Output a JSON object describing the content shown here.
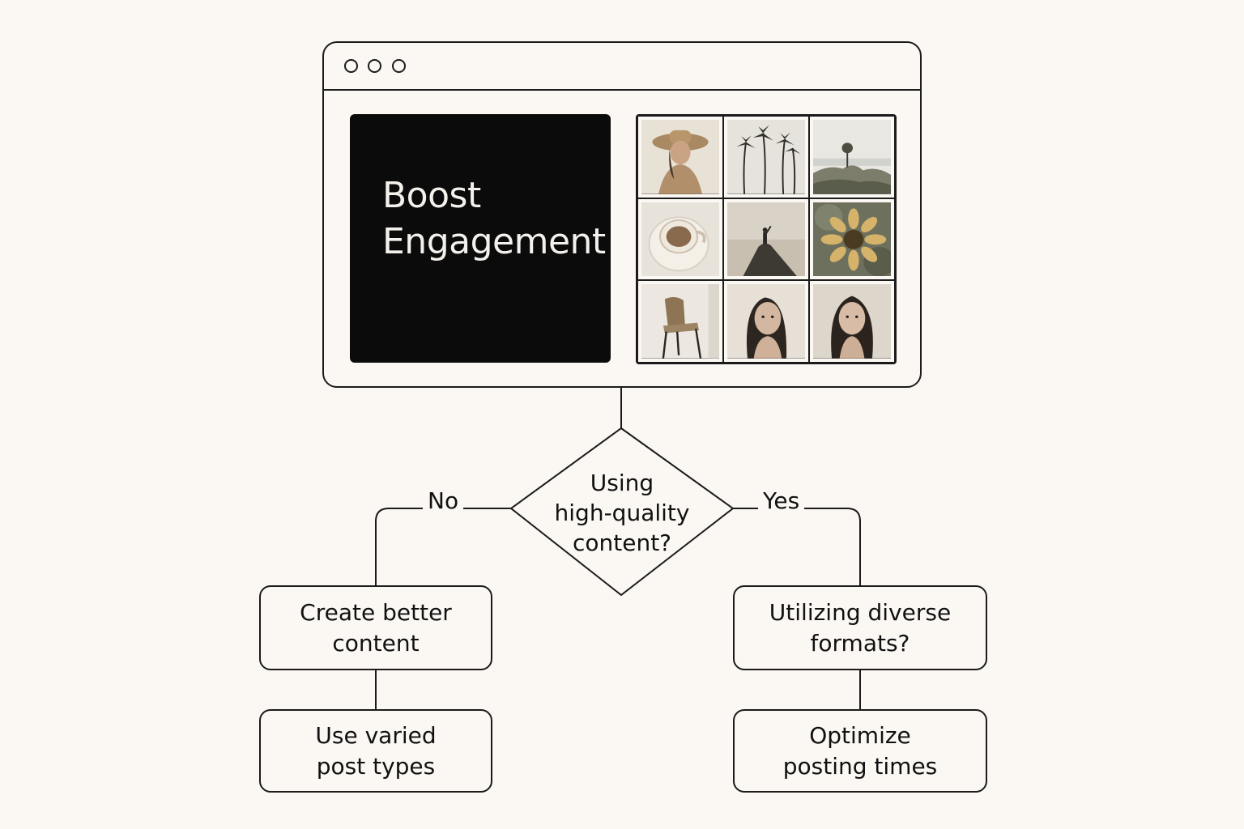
{
  "window": {
    "hero_title": "Boost\nEngagement"
  },
  "gallery": [
    {
      "subject": "woman-in-hat"
    },
    {
      "subject": "palm-trees"
    },
    {
      "subject": "coastal-cliff-tree"
    },
    {
      "subject": "coffee-cup"
    },
    {
      "subject": "hiker-on-rock"
    },
    {
      "subject": "sunflower"
    },
    {
      "subject": "chair"
    },
    {
      "subject": "woman-portrait"
    },
    {
      "subject": "woman-portrait"
    }
  ],
  "flow": {
    "decision": "Using\nhigh-quality\ncontent?",
    "no_label": "No",
    "yes_label": "Yes",
    "no_step_1": "Create better\ncontent",
    "no_step_2": "Use varied\npost types",
    "yes_step_1": "Utilizing diverse\nformats?",
    "yes_step_2": "Optimize\nposting times"
  },
  "colors": {
    "background": "#fbf8f4",
    "ink": "#1b1b1b",
    "hero_bg": "#0b0b0b",
    "hero_text": "#f4f1ec"
  }
}
